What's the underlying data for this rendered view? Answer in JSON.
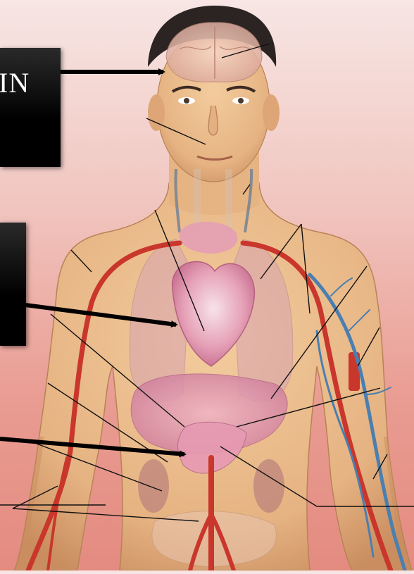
{
  "diagram": {
    "labels": [
      {
        "id": "label-1",
        "text": "IN"
      },
      {
        "id": "label-2",
        "text": ""
      },
      {
        "id": "label-3",
        "text": ""
      }
    ],
    "colors": {
      "skin": "#e9b889",
      "skin_shadow": "#c98d5f",
      "artery": "#c9362c",
      "vein": "#4a7fb0",
      "organ_pink": "#e9a7b8",
      "organ_deep": "#c7668a",
      "hair": "#2b2422",
      "label_bg": "#000000",
      "leader": "#111111"
    }
  }
}
